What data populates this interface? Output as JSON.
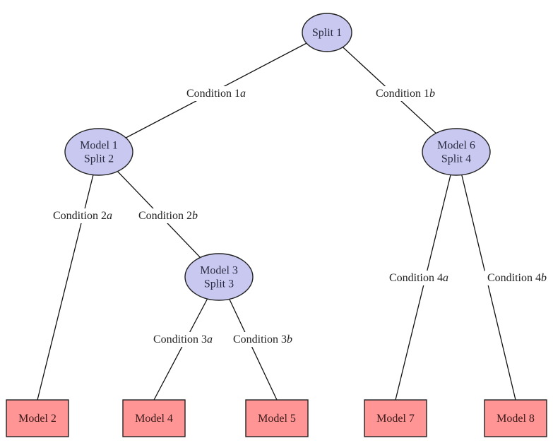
{
  "diagram": {
    "type": "decision-tree",
    "colors": {
      "split_fill": "#c8c8f0",
      "leaf_fill": "#ff9595",
      "stroke": "#222222"
    },
    "nodes": {
      "split1": {
        "lines": [
          "Split 1"
        ],
        "kind": "split"
      },
      "split2": {
        "lines": [
          "Model 1",
          "Split 2"
        ],
        "kind": "split"
      },
      "split3": {
        "lines": [
          "Model 3",
          "Split 3"
        ],
        "kind": "split"
      },
      "split4": {
        "lines": [
          "Model 6",
          "Split 4"
        ],
        "kind": "split"
      },
      "model2": {
        "lines": [
          "Model 2"
        ],
        "kind": "leaf"
      },
      "model4": {
        "lines": [
          "Model 4"
        ],
        "kind": "leaf"
      },
      "model5": {
        "lines": [
          "Model 5"
        ],
        "kind": "leaf"
      },
      "model7": {
        "lines": [
          "Model 7"
        ],
        "kind": "leaf"
      },
      "model8": {
        "lines": [
          "Model 8"
        ],
        "kind": "leaf"
      }
    },
    "edges": [
      {
        "from": "split1",
        "to": "split2",
        "label": "Condition 1",
        "var": "a"
      },
      {
        "from": "split1",
        "to": "split4",
        "label": "Condition 1",
        "var": "b"
      },
      {
        "from": "split2",
        "to": "model2",
        "label": "Condition 2",
        "var": "a"
      },
      {
        "from": "split2",
        "to": "split3",
        "label": "Condition 2",
        "var": "b"
      },
      {
        "from": "split3",
        "to": "model4",
        "label": "Condition 3",
        "var": "a"
      },
      {
        "from": "split3",
        "to": "model5",
        "label": "Condition 3",
        "var": "b"
      },
      {
        "from": "split4",
        "to": "model7",
        "label": "Condition 4",
        "var": "a"
      },
      {
        "from": "split4",
        "to": "model8",
        "label": "Condition 4",
        "var": "b"
      }
    ]
  }
}
